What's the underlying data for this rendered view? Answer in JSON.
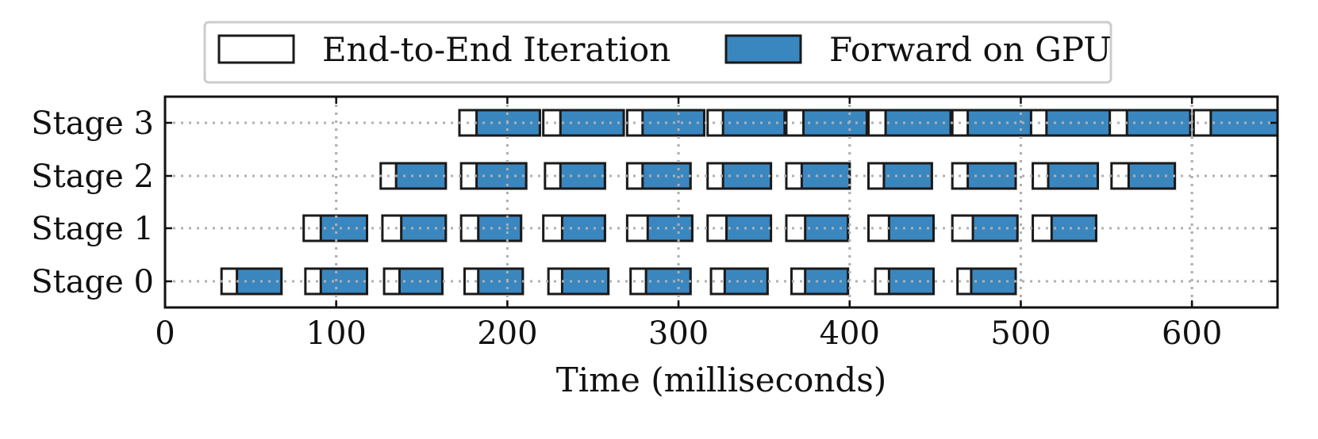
{
  "chart_data": {
    "type": "gantt",
    "xlabel": "Time (milliseconds)",
    "xlim": [
      0,
      650
    ],
    "xticks": [
      0,
      100,
      200,
      300,
      400,
      500,
      600
    ],
    "grid": true,
    "legend": {
      "placement": "top-center",
      "entries": [
        {
          "key": "iteration",
          "label": "End-to-End Iteration"
        },
        {
          "key": "forward",
          "label": "Forward on GPU"
        }
      ]
    },
    "colors": {
      "forward": "#3a87c0",
      "iteration": "#ffffff",
      "edge": "#1a1a1a",
      "grid": "#b0b0b0"
    },
    "rows": [
      {
        "label": "Stage 0",
        "tasks": [
          {
            "start": 33,
            "fwd_start": 42,
            "end": 68
          },
          {
            "start": 82,
            "fwd_start": 91,
            "end": 118
          },
          {
            "start": 128,
            "fwd_start": 137,
            "end": 162
          },
          {
            "start": 175,
            "fwd_start": 183,
            "end": 209
          },
          {
            "start": 224,
            "fwd_start": 232,
            "end": 259
          },
          {
            "start": 272,
            "fwd_start": 281,
            "end": 307
          },
          {
            "start": 319,
            "fwd_start": 327,
            "end": 352
          },
          {
            "start": 366,
            "fwd_start": 374,
            "end": 399
          },
          {
            "start": 415,
            "fwd_start": 423,
            "end": 449
          },
          {
            "start": 463,
            "fwd_start": 471,
            "end": 497
          }
        ]
      },
      {
        "label": "Stage 1",
        "tasks": [
          {
            "start": 81,
            "fwd_start": 91,
            "end": 118
          },
          {
            "start": 127,
            "fwd_start": 138,
            "end": 164
          },
          {
            "start": 173,
            "fwd_start": 183,
            "end": 208
          },
          {
            "start": 221,
            "fwd_start": 232,
            "end": 257
          },
          {
            "start": 270,
            "fwd_start": 282,
            "end": 308
          },
          {
            "start": 317,
            "fwd_start": 328,
            "end": 354
          },
          {
            "start": 363,
            "fwd_start": 374,
            "end": 399
          },
          {
            "start": 411,
            "fwd_start": 423,
            "end": 449
          },
          {
            "start": 460,
            "fwd_start": 472,
            "end": 498
          },
          {
            "start": 507,
            "fwd_start": 518,
            "end": 544
          }
        ]
      },
      {
        "label": "Stage 2",
        "tasks": [
          {
            "start": 126,
            "fwd_start": 135,
            "end": 164
          },
          {
            "start": 173,
            "fwd_start": 182,
            "end": 211
          },
          {
            "start": 222,
            "fwd_start": 231,
            "end": 257
          },
          {
            "start": 270,
            "fwd_start": 279,
            "end": 307
          },
          {
            "start": 317,
            "fwd_start": 326,
            "end": 354
          },
          {
            "start": 363,
            "fwd_start": 372,
            "end": 400
          },
          {
            "start": 411,
            "fwd_start": 420,
            "end": 448
          },
          {
            "start": 460,
            "fwd_start": 469,
            "end": 497
          },
          {
            "start": 507,
            "fwd_start": 516,
            "end": 545
          },
          {
            "start": 553,
            "fwd_start": 563,
            "end": 590
          }
        ]
      },
      {
        "label": "Stage 3",
        "tasks": [
          {
            "start": 172,
            "fwd_start": 182,
            "end": 219
          },
          {
            "start": 221,
            "fwd_start": 231,
            "end": 268
          },
          {
            "start": 270,
            "fwd_start": 279,
            "end": 315
          },
          {
            "start": 317,
            "fwd_start": 326,
            "end": 362
          },
          {
            "start": 363,
            "fwd_start": 373,
            "end": 410
          },
          {
            "start": 411,
            "fwd_start": 421,
            "end": 459
          },
          {
            "start": 460,
            "fwd_start": 469,
            "end": 506
          },
          {
            "start": 506,
            "fwd_start": 515,
            "end": 552
          },
          {
            "start": 552,
            "fwd_start": 562,
            "end": 599
          },
          {
            "start": 601,
            "fwd_start": 611,
            "end": 650
          }
        ]
      }
    ]
  }
}
